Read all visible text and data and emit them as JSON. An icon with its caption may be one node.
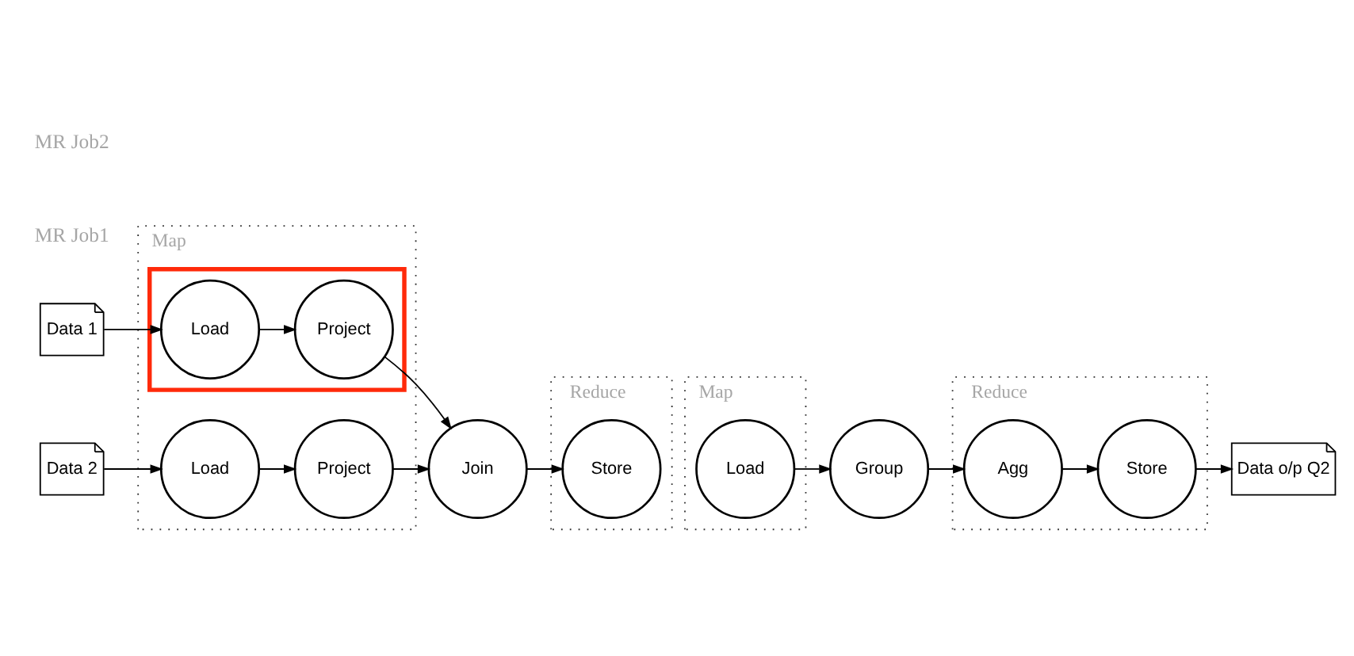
{
  "diagram": {
    "nodes": [
      {
        "text": [
          "Map"
        ]
      },
      {
        "text": [
          "Reduce"
        ]
      },
      {
        "text": [
          "Map"
        ]
      },
      {
        "text": [
          "Reduce"
        ]
      },
      {
        "text": [],
        "shape": "box",
        "in": 0
      },
      {
        "text": [
          "Data 1"
        ]
      },
      {
        "text": [
          "Load"
        ],
        "in": 4
      },
      {
        "text": [
          "Project"
        ],
        "in": 4
      },
      {
        "text": [
          "Data 2"
        ]
      },
      {
        "text": [
          "Load"
        ],
        "in": 0
      },
      {
        "text": [
          "Project"
        ],
        "in": 0
      },
      {
        "text": [
          "Join"
        ]
      },
      {
        "text": [
          "Store"
        ],
        "in": 1
      },
      {
        "text": [
          "Load"
        ],
        "in": 2
      },
      {
        "text": [
          "Group"
        ]
      },
      {
        "text": [
          "Agg"
        ],
        "in": 3
      },
      {
        "text": [
          "Store"
        ],
        "in": 3
      },
      {
        "text": [
          "Data o/p Q2"
        ]
      }
    ],
    "edges": [
      {
        "from": 5,
        "to": 6,
        "arrow": "to"
      },
      {
        "from": 6,
        "to": 7,
        "arrow": "to"
      },
      {
        "from": 7,
        "to": 11,
        "arrow": "to"
      },
      {
        "from": 8,
        "to": 9,
        "arrow": "to"
      },
      {
        "from": 9,
        "to": 10,
        "arrow": "to"
      },
      {
        "from": 10,
        "to": 11,
        "arrow": "to"
      },
      {
        "from": 11,
        "to": 12,
        "arrow": "to"
      },
      {
        "from": 13,
        "to": 14,
        "arrow": "to"
      },
      {
        "from": 14,
        "to": 15,
        "arrow": "to"
      },
      {
        "from": 15,
        "to": 16,
        "arrow": "to"
      },
      {
        "from": 16,
        "to": 17,
        "arrow": "to"
      }
    ],
    "labels": [
      "MR Job1",
      "MR Job2"
    ]
  }
}
